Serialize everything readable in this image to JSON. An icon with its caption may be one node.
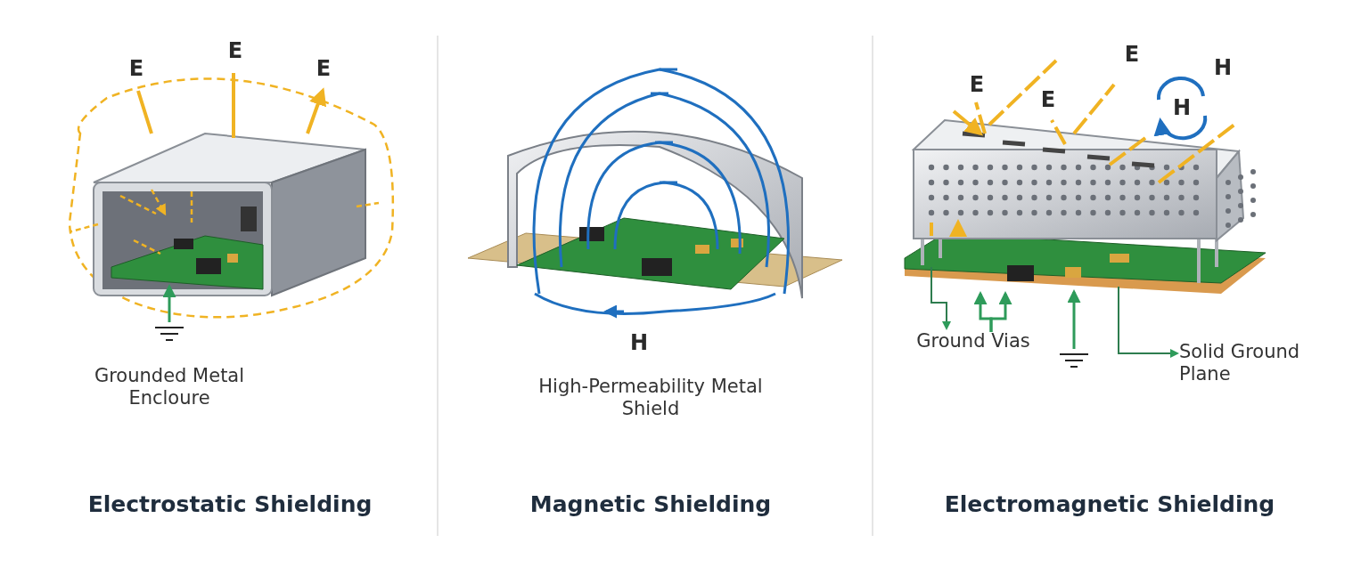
{
  "diagram": {
    "nodes": [
      {
        "text": [
          "Ground Vias"
        ]
      },
      {
        "text": [
          "Solid Ground Plane"
        ]
      }
    ],
    "edges": [
      {
        "from": 0,
        "to": null,
        "arrow": "to"
      },
      {
        "from": 0,
        "to": null,
        "arrow": "to"
      },
      {
        "from": null,
        "to": 1,
        "arrow": "to"
      },
      {
        "from": null,
        "to": 0,
        "arrow": "to"
      }
    ],
    "labels": [
      "E",
      "E",
      "E",
      "Grounded Metal Encloure",
      "Electrostatic Shielding",
      "H",
      "High-Permeability Metal Shield",
      "Magnetic Shielding",
      "E",
      "E",
      "E",
      "H",
      "H",
      "Electromagnetic Shielding"
    ]
  }
}
